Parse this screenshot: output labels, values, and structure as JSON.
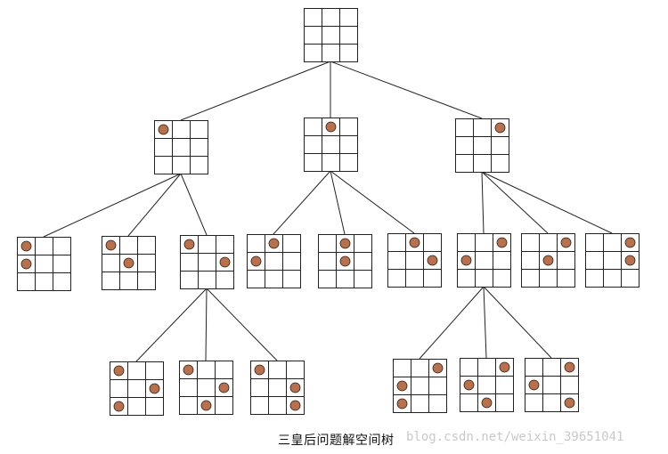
{
  "diagram": {
    "caption": "三皇后问题解空间树",
    "watermark": "blog.csdn.net/weixin_39651041",
    "board_size": 3,
    "colors": {
      "queen_fill": "#b7714f",
      "queen_stroke": "#3a2418",
      "grid": "#222222",
      "edge": "#222222"
    },
    "nodes": [
      {
        "id": "root",
        "queens": []
      },
      {
        "id": "a",
        "queens": [
          [
            0,
            0
          ]
        ]
      },
      {
        "id": "b",
        "queens": [
          [
            0,
            1
          ]
        ]
      },
      {
        "id": "c",
        "queens": [
          [
            0,
            2
          ]
        ]
      },
      {
        "id": "a1",
        "queens": [
          [
            0,
            0
          ],
          [
            1,
            0
          ]
        ]
      },
      {
        "id": "a2",
        "queens": [
          [
            0,
            0
          ],
          [
            1,
            1
          ]
        ]
      },
      {
        "id": "a3",
        "queens": [
          [
            0,
            0
          ],
          [
            1,
            2
          ]
        ]
      },
      {
        "id": "b1",
        "queens": [
          [
            0,
            1
          ],
          [
            1,
            0
          ]
        ]
      },
      {
        "id": "b2",
        "queens": [
          [
            0,
            1
          ],
          [
            1,
            1
          ]
        ]
      },
      {
        "id": "b3",
        "queens": [
          [
            0,
            1
          ],
          [
            1,
            2
          ]
        ]
      },
      {
        "id": "c1",
        "queens": [
          [
            0,
            2
          ],
          [
            1,
            0
          ]
        ]
      },
      {
        "id": "c2",
        "queens": [
          [
            0,
            2
          ],
          [
            1,
            1
          ]
        ]
      },
      {
        "id": "c3",
        "queens": [
          [
            0,
            2
          ],
          [
            1,
            2
          ]
        ]
      },
      {
        "id": "a3a",
        "queens": [
          [
            0,
            0
          ],
          [
            1,
            2
          ],
          [
            2,
            0
          ]
        ]
      },
      {
        "id": "a3b",
        "queens": [
          [
            0,
            0
          ],
          [
            1,
            2
          ],
          [
            2,
            1
          ]
        ]
      },
      {
        "id": "a3c",
        "queens": [
          [
            0,
            0
          ],
          [
            1,
            2
          ],
          [
            2,
            2
          ]
        ]
      },
      {
        "id": "c1a",
        "queens": [
          [
            0,
            2
          ],
          [
            1,
            0
          ],
          [
            2,
            0
          ]
        ]
      },
      {
        "id": "c1b",
        "queens": [
          [
            0,
            2
          ],
          [
            1,
            0
          ],
          [
            2,
            1
          ]
        ]
      },
      {
        "id": "c1c",
        "queens": [
          [
            0,
            2
          ],
          [
            1,
            0
          ],
          [
            2,
            2
          ]
        ]
      }
    ],
    "edges": [
      [
        "root",
        "a"
      ],
      [
        "root",
        "b"
      ],
      [
        "root",
        "c"
      ],
      [
        "a",
        "a1"
      ],
      [
        "a",
        "a2"
      ],
      [
        "a",
        "a3"
      ],
      [
        "b",
        "b1"
      ],
      [
        "b",
        "b2"
      ],
      [
        "b",
        "b3"
      ],
      [
        "c",
        "c1"
      ],
      [
        "c",
        "c2"
      ],
      [
        "c",
        "c3"
      ],
      [
        "a3",
        "a3a"
      ],
      [
        "a3",
        "a3b"
      ],
      [
        "a3",
        "a3c"
      ],
      [
        "c1",
        "c1a"
      ],
      [
        "c1",
        "c1b"
      ],
      [
        "c1",
        "c1c"
      ]
    ]
  }
}
